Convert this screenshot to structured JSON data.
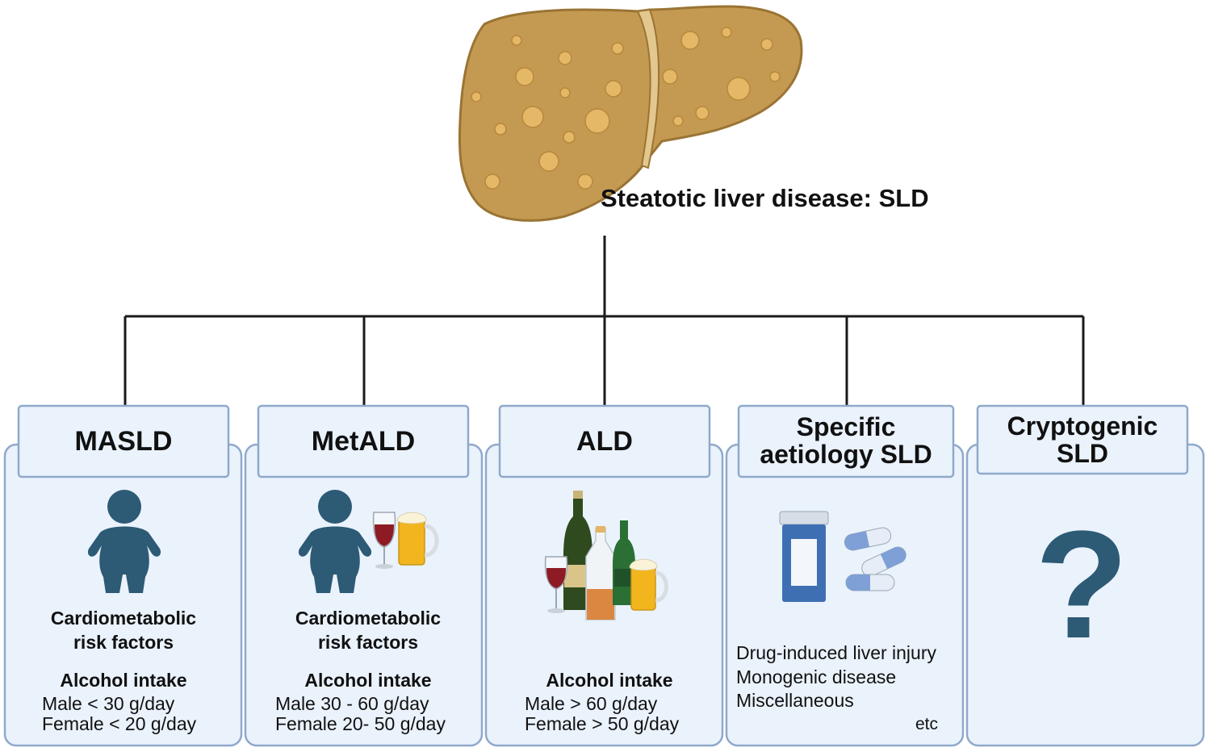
{
  "root": {
    "title": "Steatotic liver disease: SLD"
  },
  "categories": [
    {
      "name": "MASLD",
      "risk_line1": "Cardiometabolic",
      "risk_line2": "risk factors",
      "alcohol_heading": "Alcohol intake",
      "male": "Male < 30 g/day",
      "female": "Female < 20 g/day"
    },
    {
      "name": "MetALD",
      "risk_line1": "Cardiometabolic",
      "risk_line2": "risk factors",
      "alcohol_heading": "Alcohol intake",
      "male": "Male 30 - 60 g/day",
      "female": "Female 20- 50 g/day"
    },
    {
      "name": "ALD",
      "alcohol_heading": "Alcohol intake",
      "male": "Male > 60 g/day",
      "female": "Female > 50 g/day"
    },
    {
      "name_line1": "Specific",
      "name_line2": "aetiology SLD",
      "items": [
        "Drug-induced liver injury",
        "Monogenic disease",
        "Miscellaneous"
      ],
      "etc": "etc"
    },
    {
      "name_line1": "Cryptogenic",
      "name_line2": "SLD",
      "symbol": "?"
    }
  ],
  "colors": {
    "liver": "#c49a52",
    "liver_dark": "#9a7434",
    "fat": "#e4b866",
    "panel_fill": "#eaf2fc",
    "panel_border": "#8fa9cb",
    "figure": "#2d5a75",
    "line": "#1a1a1a"
  },
  "icons": [
    "liver-icon",
    "person-icon",
    "wine-glass-icon",
    "beer-mug-icon",
    "bottles-icon",
    "pill-bottle-icon",
    "capsule-icon",
    "question-mark-icon"
  ]
}
